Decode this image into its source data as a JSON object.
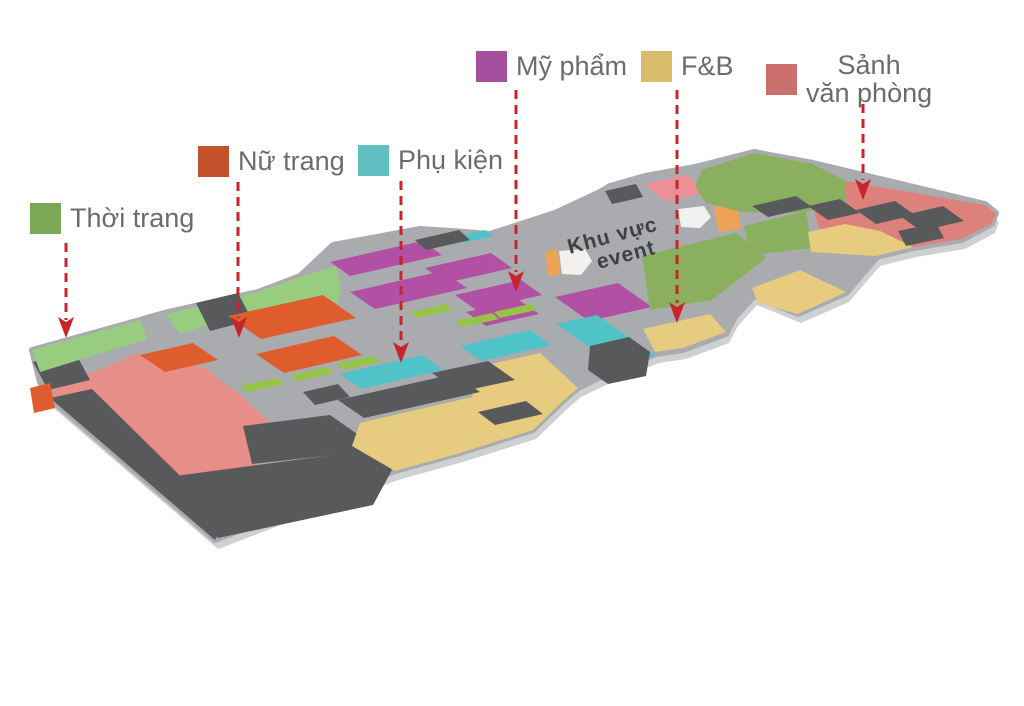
{
  "legend": {
    "items": {
      "thoi_trang": {
        "label": "Thời trang",
        "color": "#7ca757"
      },
      "nu_trang": {
        "label": "Nữ trang",
        "color": "#c2512c"
      },
      "phu_kien": {
        "label": "Phụ kiện",
        "color": "#5fbfc1"
      },
      "my_pham": {
        "label": "Mỹ phẩm",
        "color": "#a4509d"
      },
      "fnb": {
        "label": "F&B",
        "color": "#dabd6c"
      },
      "sanh": {
        "label_line1": "Sảnh",
        "label_line2": "văn phòng",
        "color": "#ca6f6b"
      }
    },
    "text_color": "#6b6c6f"
  },
  "map": {
    "event_area_label_line1": "Khu vực",
    "event_area_label_line2": "event",
    "colors": {
      "floor": "#a9abae",
      "floor_edge": "#cfd0d2",
      "dark": "#58595b",
      "green_light": "#98cd80",
      "green_strip": "#96c446",
      "green_wing": "#8ab05f",
      "orange": "#df5c2c",
      "orange_esc": "#eca355",
      "purple": "#b150a5",
      "teal": "#4fc3c8",
      "tan": "#e7cb7e",
      "salmon": "#e88e88",
      "salmon_wing": "#dd817c",
      "salmon_top": "#ee8f96",
      "white_esc": "#f2f1ef",
      "arrow_red": "#c9242b",
      "label_dark": "#3f4043"
    }
  }
}
